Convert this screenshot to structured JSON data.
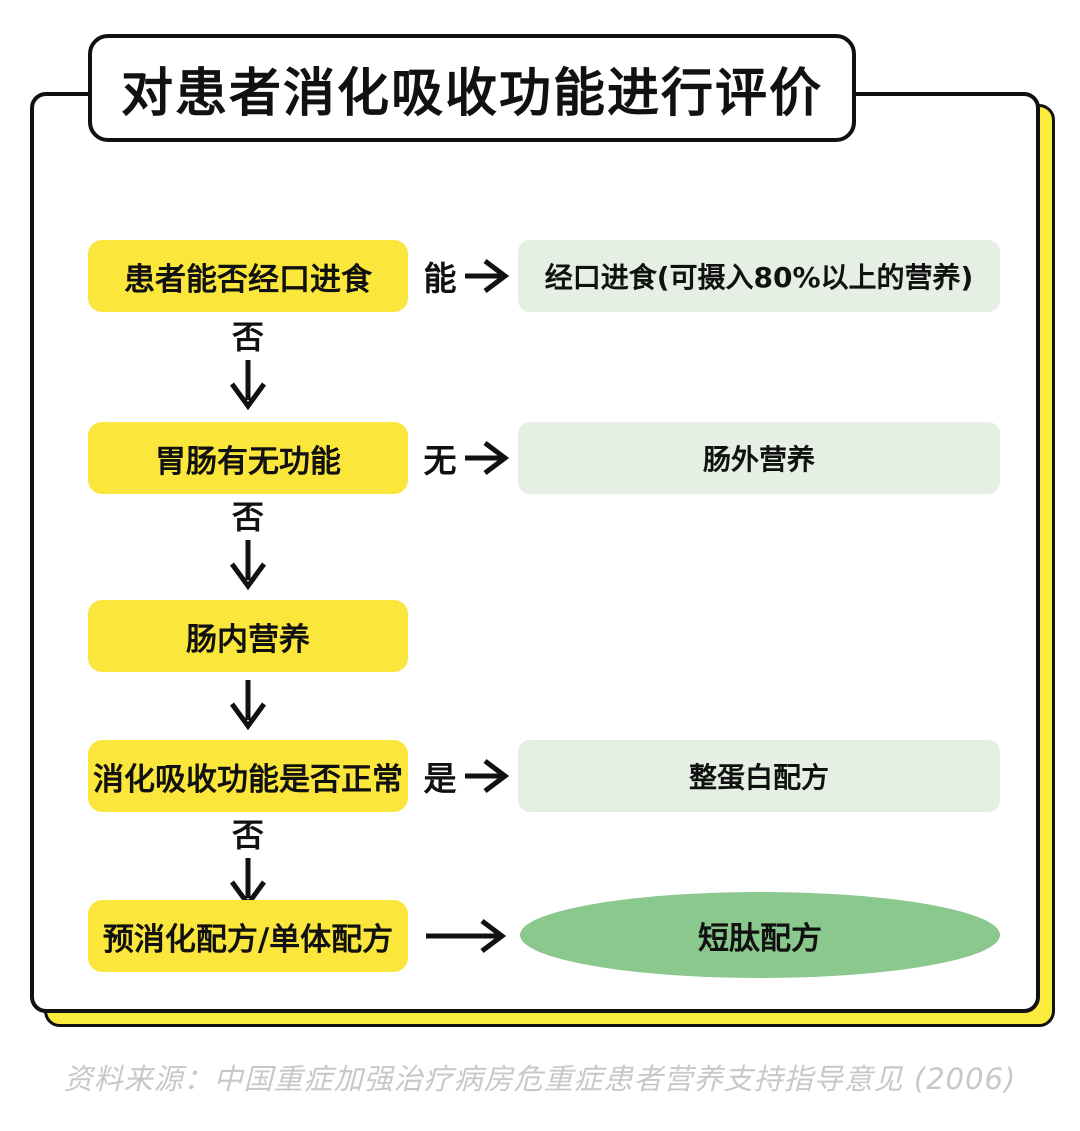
{
  "page": {
    "title": "对患者消化吸收功能进行评价",
    "source_note": "资料来源：中国重症加强治疗病房危重症患者营养支持指导意见 (2006)"
  },
  "flow": {
    "rows": [
      {
        "question": "患者能否经口进食",
        "branch_label": "能",
        "result": "经口进食(可摄入80%以上的营养)",
        "down_label": "否"
      },
      {
        "question": "胃肠有无功能",
        "branch_label": "无",
        "result": "肠外营养",
        "down_label": "否"
      },
      {
        "question": "肠内营养",
        "branch_label": "",
        "result": "",
        "down_label": ""
      },
      {
        "question": "消化吸收功能是否正常",
        "branch_label": "是",
        "result": "整蛋白配方",
        "down_label": "否"
      },
      {
        "question": "预消化配方/单体配方",
        "branch_label": "",
        "result": "短肽配方",
        "down_label": ""
      }
    ]
  },
  "icons": {
    "right_arrow": "→",
    "down_arrow": "↓"
  },
  "colors": {
    "node_yellow": "#FBE73B",
    "back_card_yellow": "#FBEB3C",
    "result_green_light": "#E5EFE3",
    "result_green": "#8AC88D",
    "ink": "#111111",
    "source_gray": "#C8C8C8"
  }
}
